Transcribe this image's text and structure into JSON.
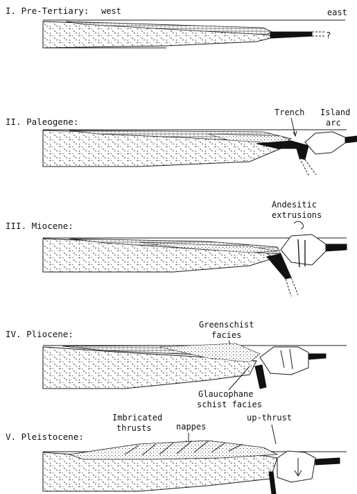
{
  "stages": [
    {
      "id": "I",
      "label": "I. Pre-Tertiary:"
    },
    {
      "id": "II",
      "label": "II. Paleogene:"
    },
    {
      "id": "III",
      "label": "III. Miocene:"
    },
    {
      "id": "IV",
      "label": "IV. Pliocene:"
    },
    {
      "id": "V",
      "label": "V. Pleistocene:"
    }
  ],
  "annotations": {
    "west": "west",
    "east": "east",
    "question": "?",
    "trench": "Trench",
    "island_arc_1": "Island",
    "island_arc_2": "arc",
    "andesitic_1": "Andesitic",
    "andesitic_2": "extrusions",
    "greenschist_1": "Greenschist",
    "greenschist_2": "facies",
    "glaucophane_1": "Glaucophane",
    "glaucophane_2": "schist facies",
    "imbricated_1": "Imbricated",
    "imbricated_2": "thrusts",
    "nappes": "nappes",
    "upthrust": "up-thrust"
  }
}
